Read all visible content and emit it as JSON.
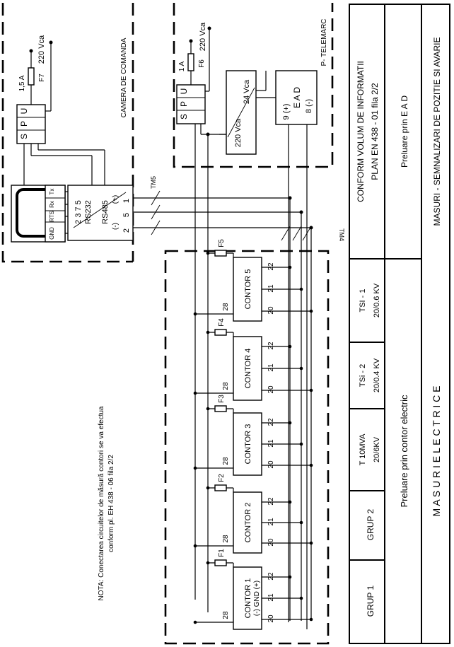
{
  "title_block": {
    "group1": "GRUP 1",
    "group2": "GRUP 2",
    "transformer_line1": "T  10MVA",
    "transformer_line2": "20/6KV",
    "tsi2_line1": "TSi  -  2",
    "tsi2_line2": "20/0.4 KV",
    "tsi1_line1": "TSI  -  1",
    "tsi1_line2": "20/0.6 KV",
    "project_line1": "CONFORM VOLUM DE INFORMATII",
    "project_line2": "PLAN  EN  438  -  01  fila  2/2",
    "preluare_contor": "Preluare  prin  contor  electric",
    "preluare_ead": "Preluare  prin  E A D",
    "masuri_electrice": "M A S U R I     E L E C T R I C E",
    "masuri_semnalizari": "MASURI - SEMNALIZARI DE POZITIE SI AVARIE"
  },
  "areas": {
    "camera": "CAMERA DE COMANDA",
    "telemarc": "P- TELEMARC"
  },
  "ups_left": {
    "u": "U",
    "p": "P",
    "s": "S",
    "fuse": "F7",
    "rating": "1,5 A",
    "voltage": "220 Vca"
  },
  "ups_right": {
    "u": "U",
    "p": "P",
    "s": "S",
    "fuse": "F6",
    "rating": "1 A",
    "voltage": "220 Vca"
  },
  "converter": {
    "in": "220 Vca",
    "out": "24 Vca"
  },
  "ead": {
    "name": "E A D",
    "plus": "9 (+)",
    "minus": "8 (-)"
  },
  "interface": {
    "rs232": "RS232",
    "rs485": "RS485",
    "plus": "(+)",
    "minus": "(-)",
    "pins_top": "2  3  7  5",
    "pin_2": "2",
    "pin_5": "5",
    "pin_1": "1",
    "pin_labels": [
      "GND",
      "RTS",
      "Rx",
      "Tx"
    ]
  },
  "cables": {
    "tm5": "TM5",
    "tm4": "TM4"
  },
  "meters": [
    {
      "name": "CONTOR 1",
      "gnd": "(-)  GND  (+)",
      "fuse": "F1",
      "t20": "20",
      "t21": "21",
      "t22": "22",
      "t28": "28"
    },
    {
      "name": "CONTOR 2",
      "fuse": "F2",
      "t20": "20",
      "t21": "21",
      "t22": "22",
      "t28": "28"
    },
    {
      "name": "CONTOR 3",
      "fuse": "F3",
      "t20": "20",
      "t21": "21",
      "t22": "22",
      "t28": "28"
    },
    {
      "name": "CONTOR 4",
      "fuse": "F4",
      "t20": "20",
      "t21": "21",
      "t22": "22",
      "t28": "28"
    },
    {
      "name": "CONTOR 5",
      "fuse": "F5",
      "t20": "20",
      "t21": "21",
      "t22": "22",
      "t28": "28"
    }
  ],
  "note": {
    "line1": "NOTA: Conectarea circuitelor de măsură contori se va efectua",
    "line2": "conform pl. EH 438 - 06 fila 2/2"
  }
}
